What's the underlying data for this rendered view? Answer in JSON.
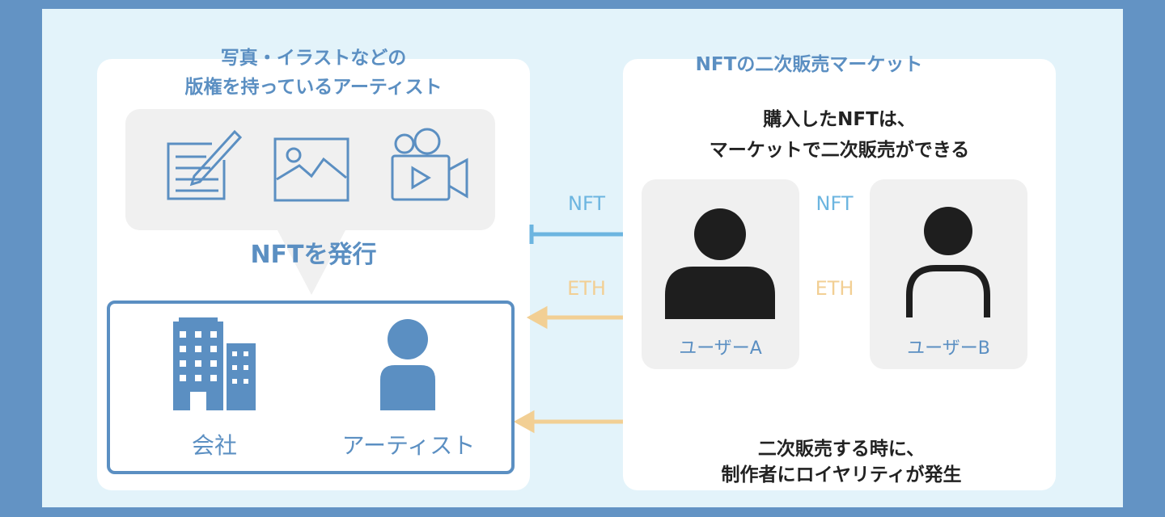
{
  "left": {
    "title_line1": "写真・イラストなどの",
    "title_line2": "版権を持っているアーティスト",
    "issue_label": "NFTを発行",
    "company_label": "会社",
    "artist_label": "アーティスト"
  },
  "right": {
    "title": "NFTの二次販売マーケット",
    "desc_line1": "購入したNFTは、",
    "desc_line2": "マーケットで二次販売ができる",
    "user_a": "ユーザーA",
    "user_b": "ユーザーB",
    "royalty_line1": "二次販売する時に、",
    "royalty_line2": "制作者にロイヤリティが発生"
  },
  "arrows": {
    "nft1": "NFT",
    "eth1": "ETH",
    "nft2": "NFT",
    "eth2": "ETH"
  },
  "colors": {
    "blue": "#5b8fc2",
    "nft_arrow": "#6cb5e0",
    "eth_arrow": "#f2cf94",
    "bg": "#6393c4"
  }
}
